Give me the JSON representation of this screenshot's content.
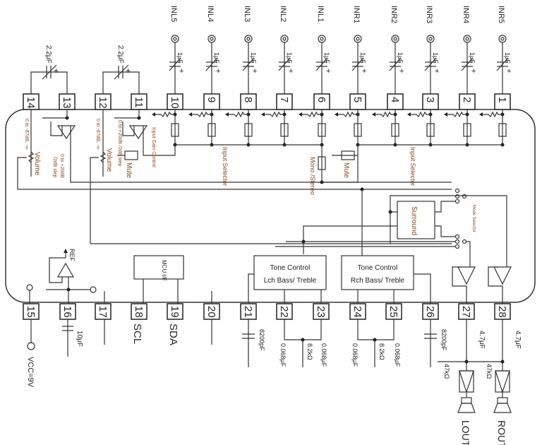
{
  "inputs": {
    "labels": [
      "INL5",
      "INL4",
      "INL3",
      "INL2",
      "INL1",
      "INR1",
      "INR2",
      "INR3",
      "INR4",
      "INR5"
    ],
    "capacitor": "1μF",
    "plus": "+"
  },
  "pins": {
    "top": [
      "14",
      "13",
      "12",
      "11",
      "10",
      "9",
      "8",
      "7",
      "6",
      "5",
      "4",
      "3",
      "2",
      "1"
    ],
    "bottom": [
      "15",
      "16",
      "17",
      "18",
      "19",
      "20",
      "21",
      "22",
      "23",
      "24",
      "25",
      "26",
      "27",
      "28"
    ]
  },
  "gain_caps": {
    "value": "2.2μF",
    "plus": "+"
  },
  "internal": {
    "volume_range": "0 to -87dB, -∞",
    "volume": "Volume",
    "gain_range": "0 to +20dB",
    "gain_step": "/2dB step",
    "gain_range_full": "0 to +20dB /2dB step",
    "input_gain_control": "Input Gain Control",
    "mute": "Mute",
    "input_selector": "Input Selector",
    "mono_stereo": "Mono /Stereo",
    "surround": "Surround",
    "mode_selector": "Mode Selector",
    "tone_control": "Tone Control",
    "lch": "Lch Bass/ Treble",
    "rch": "Rch Bass/ Treble",
    "mcu": "MCU I/F",
    "ref": "REF"
  },
  "external": {
    "vcc": "VCC=9V",
    "ref_cap": "10μF",
    "scl": "SCL",
    "sda": "SDA",
    "filter_cap": "8200pF",
    "tone_cap": "0.068μF",
    "tone_res": "8.2kΩ",
    "out_cap": "4.7μF",
    "out_res": "47kΩ",
    "lout": "LOUT",
    "rout": "ROUT"
  }
}
